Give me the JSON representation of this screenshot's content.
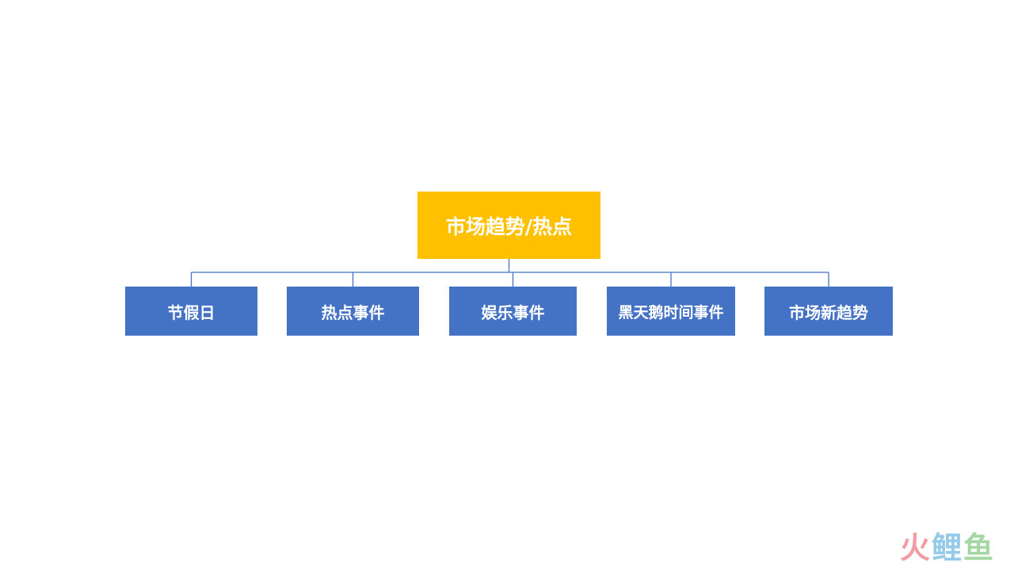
{
  "root": {
    "label": "市场趋势/热点"
  },
  "children": [
    {
      "label": "节假日"
    },
    {
      "label": "热点事件"
    },
    {
      "label": "娱乐事件"
    },
    {
      "label": "黑天鹅时间事件"
    },
    {
      "label": "市场新趋势"
    }
  ],
  "watermark": {
    "chars": [
      "火",
      "鲤",
      "鱼"
    ]
  },
  "colors": {
    "root_fill": "#FFC000",
    "child_fill": "#4472C4",
    "connector": "#4472C4",
    "text": "#FFFFFF"
  }
}
